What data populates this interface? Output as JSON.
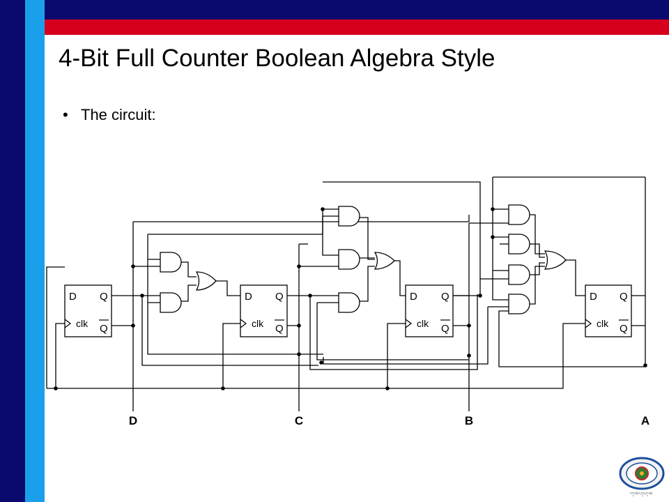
{
  "colors": {
    "top_band": "#0a0a6e",
    "red_band": "#d6001c",
    "left_bar_dark": "#0a0a6e",
    "left_bar_light": "#1aa0ea"
  },
  "slide": {
    "title": "4-Bit Full Counter Boolean Algebra Style",
    "bullet_symbol": "•",
    "bullet_text": "The circuit:"
  },
  "flip_flop_labels": {
    "d": "D",
    "q": "Q",
    "clk": "clk",
    "qbar": "Q"
  },
  "outputs": [
    "D",
    "C",
    "B",
    "A"
  ],
  "logo": {
    "icon": "university-seal-icon",
    "caption": "ကုအ‌ဟုဟုအ"
  }
}
